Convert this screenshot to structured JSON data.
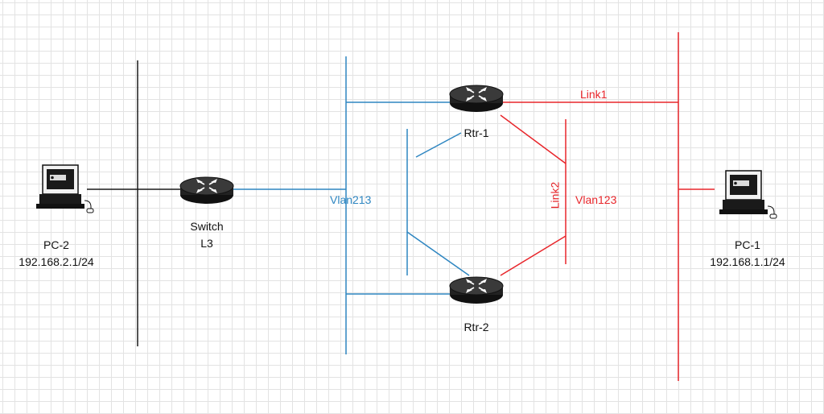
{
  "colors": {
    "black": "#1a1a1a",
    "blue": "#2e86c1",
    "red": "#e8262b",
    "router_body": "#2b2b2b"
  },
  "labels": {
    "pc2_name": "PC-2",
    "pc2_ip": "192.168.2.1/24",
    "switch_name": "Switch",
    "switch_type": "L3",
    "vlan213": "Vlan213",
    "rtr1": "Rtr-1",
    "rtr2": "Rtr-2",
    "link1": "Link1",
    "link2": "Link2",
    "vlan123": "Vlan123",
    "pc1_name": "PC-1",
    "pc1_ip": "192.168.1.1/24"
  },
  "icons": {
    "pc": "computer-icon",
    "router": "router-icon"
  }
}
